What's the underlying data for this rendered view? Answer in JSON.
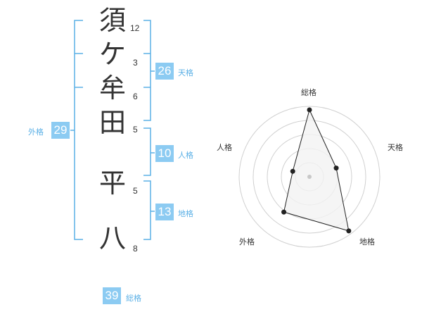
{
  "name": {
    "surname": [
      {
        "char": "須",
        "strokes": "12"
      },
      {
        "char": "ケ",
        "strokes": "3"
      },
      {
        "char": "牟",
        "strokes": "6"
      },
      {
        "char": "田",
        "strokes": "5"
      }
    ],
    "given": [
      {
        "char": "平",
        "strokes": "5"
      },
      {
        "char": "八",
        "strokes": "8"
      }
    ]
  },
  "kaku": {
    "tenkaku": {
      "value": "26",
      "label": "天格"
    },
    "jinkaku": {
      "value": "10",
      "label": "人格"
    },
    "chikaku": {
      "value": "13",
      "label": "地格"
    },
    "gaikaku": {
      "value": "29",
      "label": "外格"
    },
    "soukaku": {
      "value": "39",
      "label": "総格"
    }
  },
  "radar": {
    "axes": [
      "総格",
      "天格",
      "地格",
      "外格",
      "人格"
    ],
    "values": [
      0.95,
      0.4,
      0.95,
      0.62,
      0.25
    ],
    "colors": {
      "fill": "#f2f2f2",
      "line": "#222222",
      "grid": "#d0d0d0",
      "center": "#c8c8c8"
    }
  },
  "colors": {
    "accent": "#8ccbf2",
    "bracket": "#5bb0e6",
    "text": "#333333"
  }
}
